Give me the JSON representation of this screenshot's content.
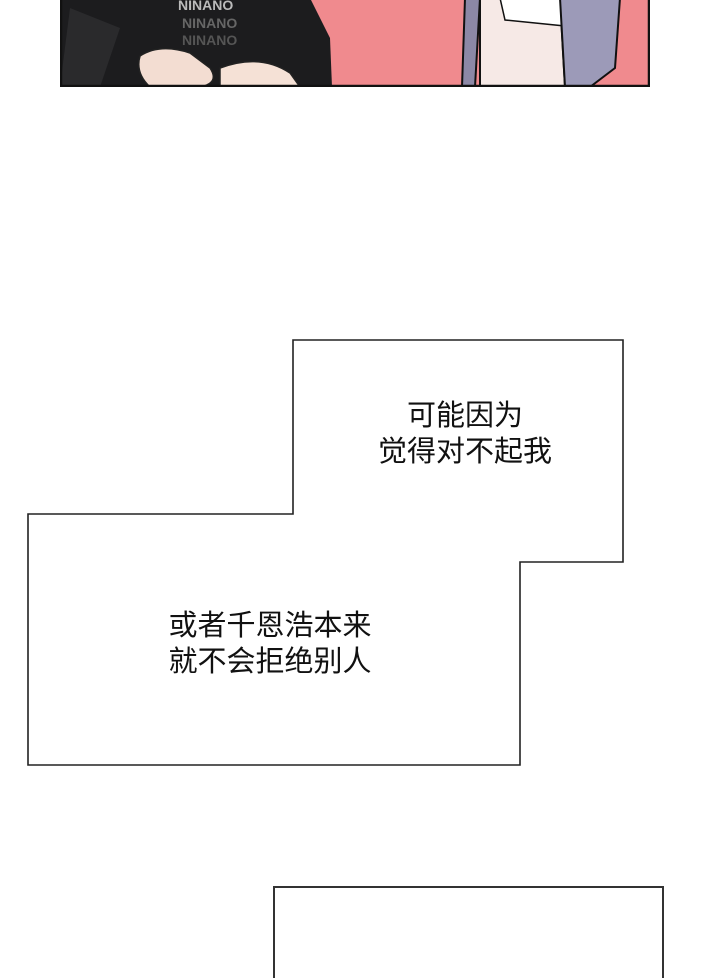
{
  "panel_top": {
    "shirt_text": "NINANO",
    "background_color": "#f08a8e"
  },
  "speech_box": {
    "lines_right": [
      "可能因为",
      "觉得对不起我"
    ],
    "lines_left": [
      "或者千恩浩本来",
      "就不会拒绝别人"
    ]
  }
}
